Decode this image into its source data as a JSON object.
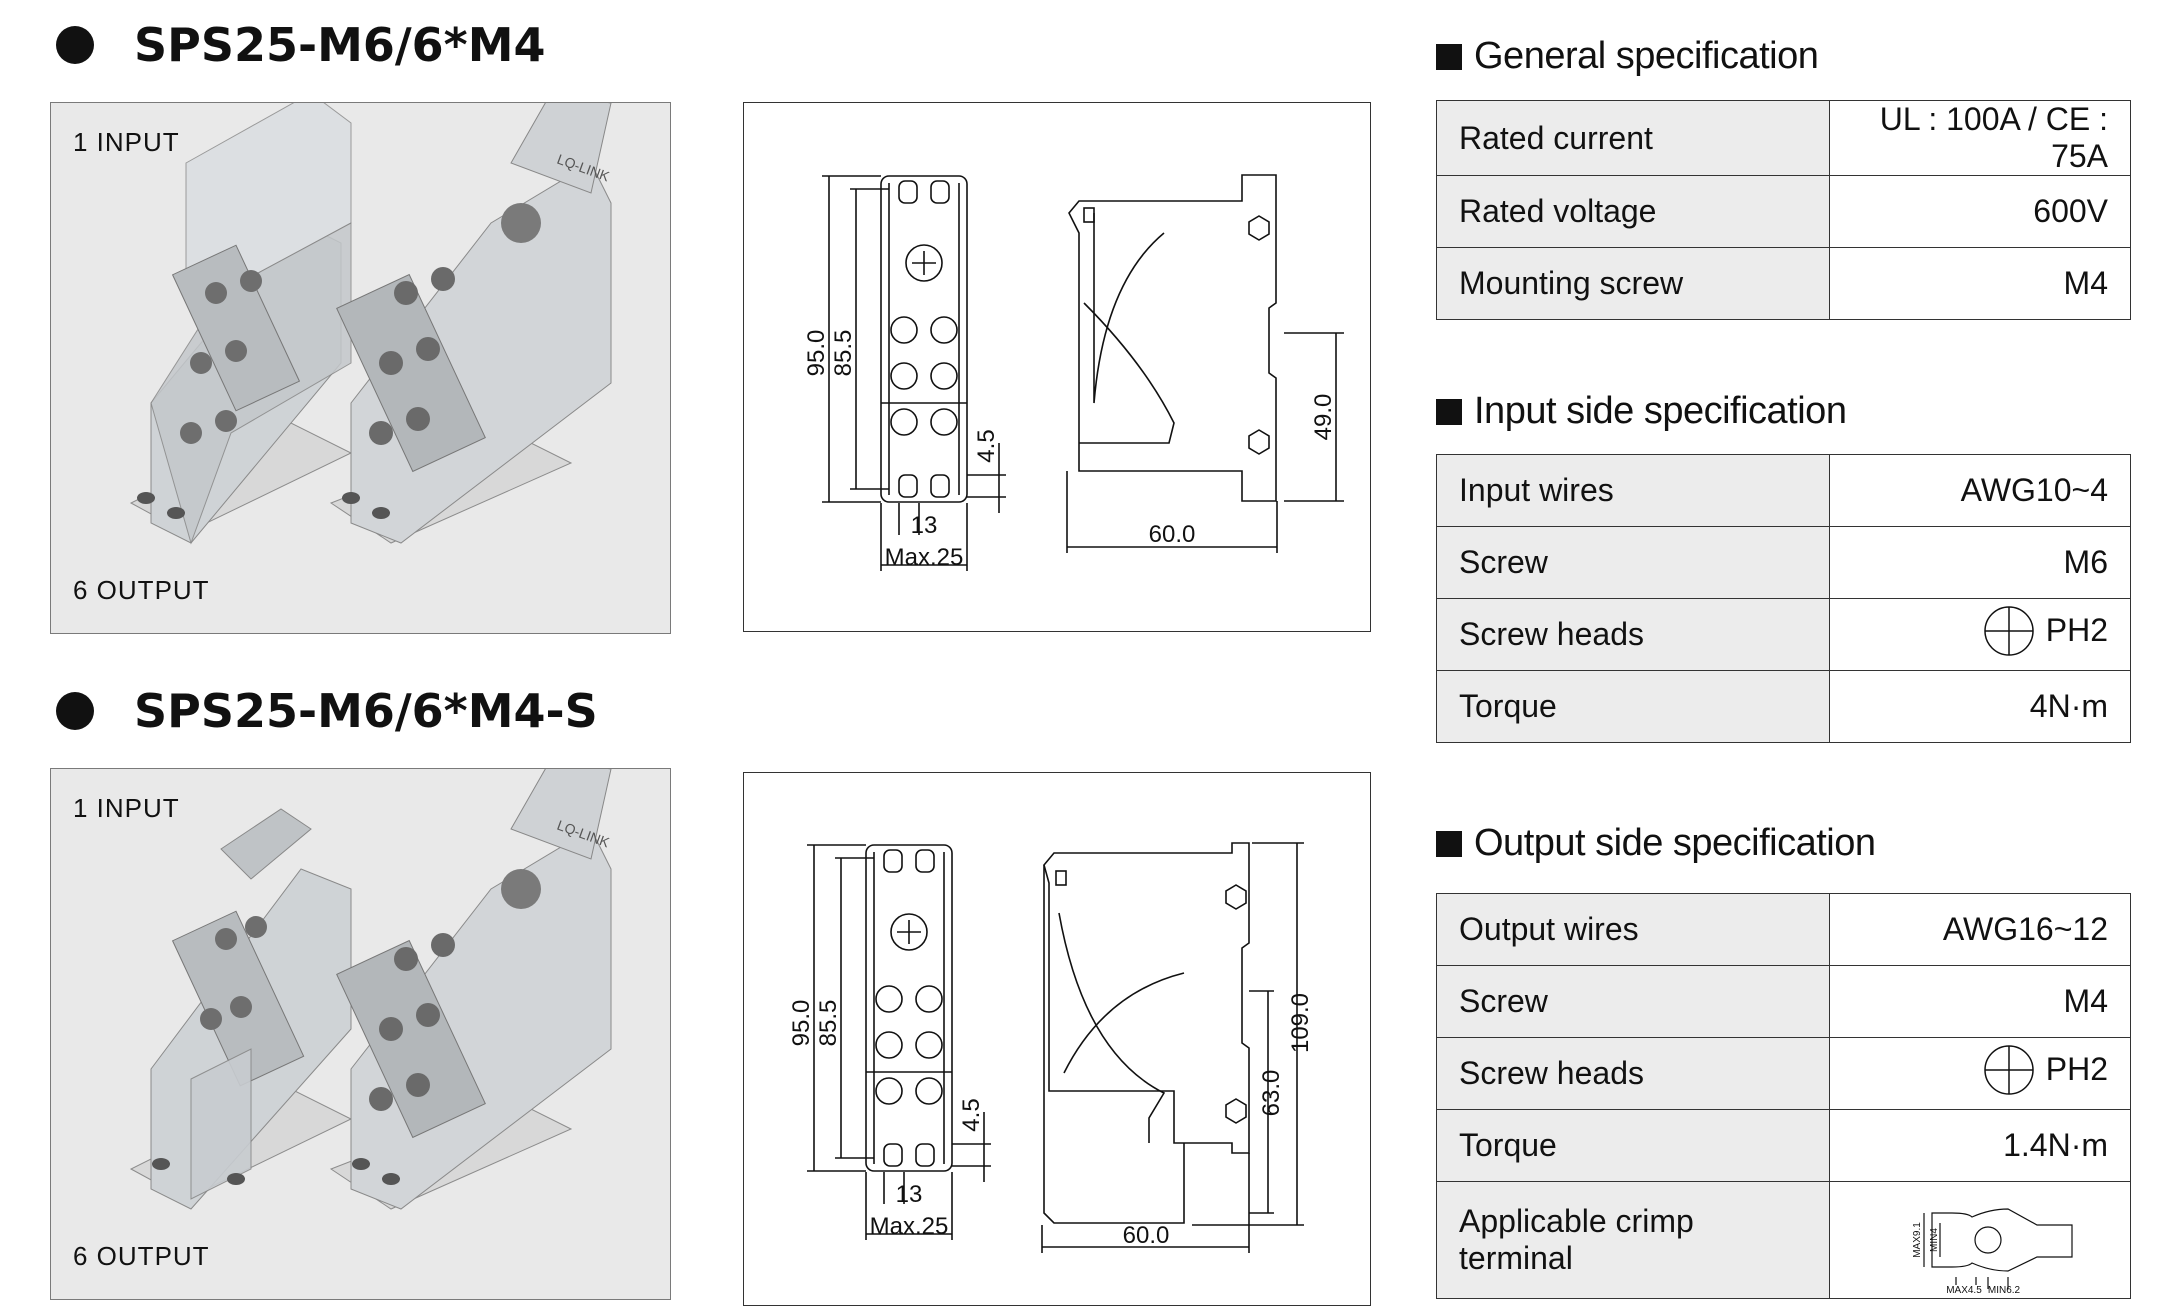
{
  "products": [
    {
      "title": "SPS25-M6/6*M4",
      "photo": {
        "input_label": "1 INPUT",
        "output_label": "6 OUTPUT",
        "brand_text": "LQ-LINK"
      },
      "drawing": {
        "dims": [
          "95.0",
          "85.5",
          "4.5",
          "13",
          "Max.25",
          "49.0",
          "60.0"
        ]
      }
    },
    {
      "title": "SPS25-M6/6*M4-S",
      "photo": {
        "input_label": "1 INPUT",
        "output_label": "6 OUTPUT",
        "brand_text": "LQ-LINK"
      },
      "drawing": {
        "dims": [
          "95.0",
          "85.5",
          "4.5",
          "13",
          "Max.25",
          "109.0",
          "63.0",
          "60.0"
        ]
      }
    }
  ],
  "general_spec": {
    "title": "General specification",
    "rows": [
      {
        "label": "Rated current",
        "value": "UL : 100A / CE : 75A"
      },
      {
        "label": "Rated voltage",
        "value": "600V"
      },
      {
        "label": "Mounting screw",
        "value": "M4"
      }
    ]
  },
  "input_spec": {
    "title": "Input side specification",
    "rows": [
      {
        "label": "Input wires",
        "value": "AWG10~4"
      },
      {
        "label": "Screw",
        "value": "M6"
      },
      {
        "label": "Screw heads",
        "value": "PH2",
        "icon": "phillips-cross-icon"
      },
      {
        "label": "Torque",
        "value": "4N·m"
      }
    ]
  },
  "output_spec": {
    "title": "Output side specification",
    "rows": [
      {
        "label": "Output wires",
        "value": "AWG16~12"
      },
      {
        "label": "Screw",
        "value": "M4"
      },
      {
        "label": "Screw heads",
        "value": "PH2",
        "icon": "phillips-cross-icon"
      },
      {
        "label": "Torque",
        "value": "1.4N·m"
      },
      {
        "label": "Applicable crimp terminal",
        "value": "",
        "icon": "crimp-terminal-icon",
        "terminal_dims": [
          "MAX9.1",
          "MIN4",
          "MAX4.5",
          "MIN6.2"
        ]
      }
    ]
  }
}
